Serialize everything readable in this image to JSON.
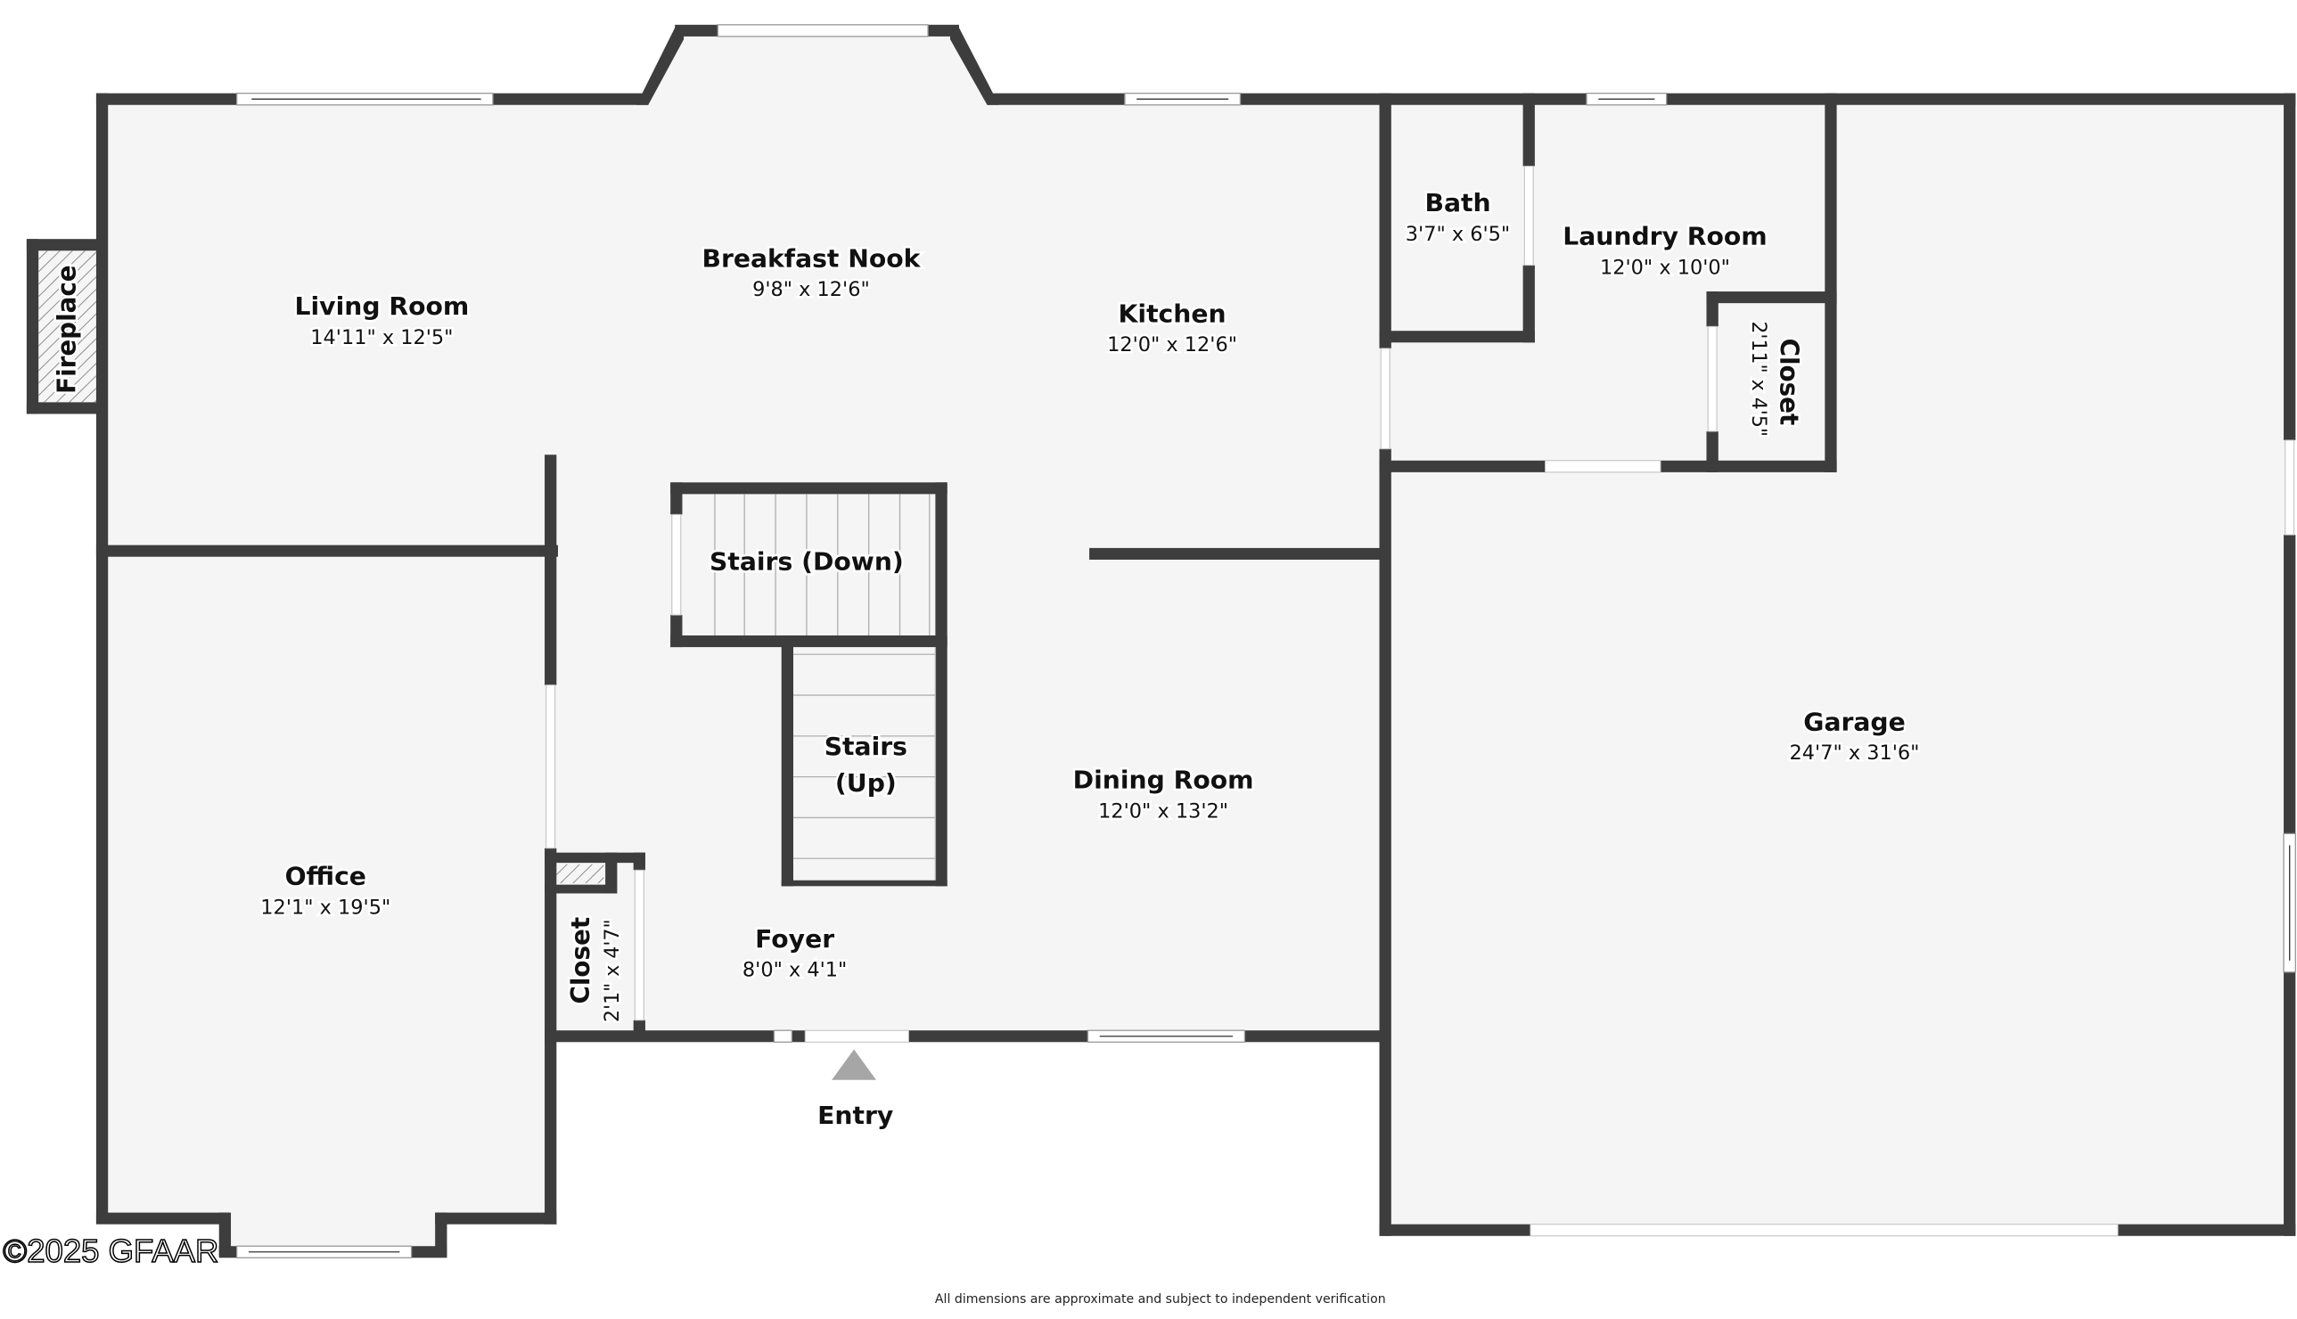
{
  "rooms": {
    "living_room": {
      "name": "Living Room",
      "dims": "14'11\" x 12'5\""
    },
    "breakfast_nook": {
      "name": "Breakfast Nook",
      "dims": "9'8\" x 12'6\""
    },
    "kitchen": {
      "name": "Kitchen",
      "dims": "12'0\" x 12'6\""
    },
    "bath": {
      "name": "Bath",
      "dims": "3'7\" x 6'5\""
    },
    "laundry_room": {
      "name": "Laundry Room",
      "dims": "12'0\" x 10'0\""
    },
    "laundry_closet": {
      "name": "Closet",
      "dims": "2'11\" x 4'5\""
    },
    "stairs_down": {
      "name": "Stairs (Down)"
    },
    "stairs_up": {
      "name_line1": "Stairs",
      "name_line2": "(Up)"
    },
    "dining_room": {
      "name": "Dining Room",
      "dims": "12'0\" x 13'2\""
    },
    "garage": {
      "name": "Garage",
      "dims": "24'7\" x 31'6\""
    },
    "office": {
      "name": "Office",
      "dims": "12'1\" x 19'5\""
    },
    "foyer": {
      "name": "Foyer",
      "dims": "8'0\" x 4'1\""
    },
    "foyer_closet": {
      "name": "Closet",
      "dims": "2'1\" x 4'7\""
    },
    "fireplace": {
      "name": "Fireplace"
    }
  },
  "entry": {
    "label": "Entry",
    "arrow_color": "#a6a6a6"
  },
  "footer": {
    "copyright": "©2025 GFAAR",
    "disclaimer": "All dimensions are approximate and subject to independent verification"
  },
  "colors": {
    "wall": "#3d3d3d",
    "floor": "#f5f5f5",
    "background": "#ffffff"
  }
}
